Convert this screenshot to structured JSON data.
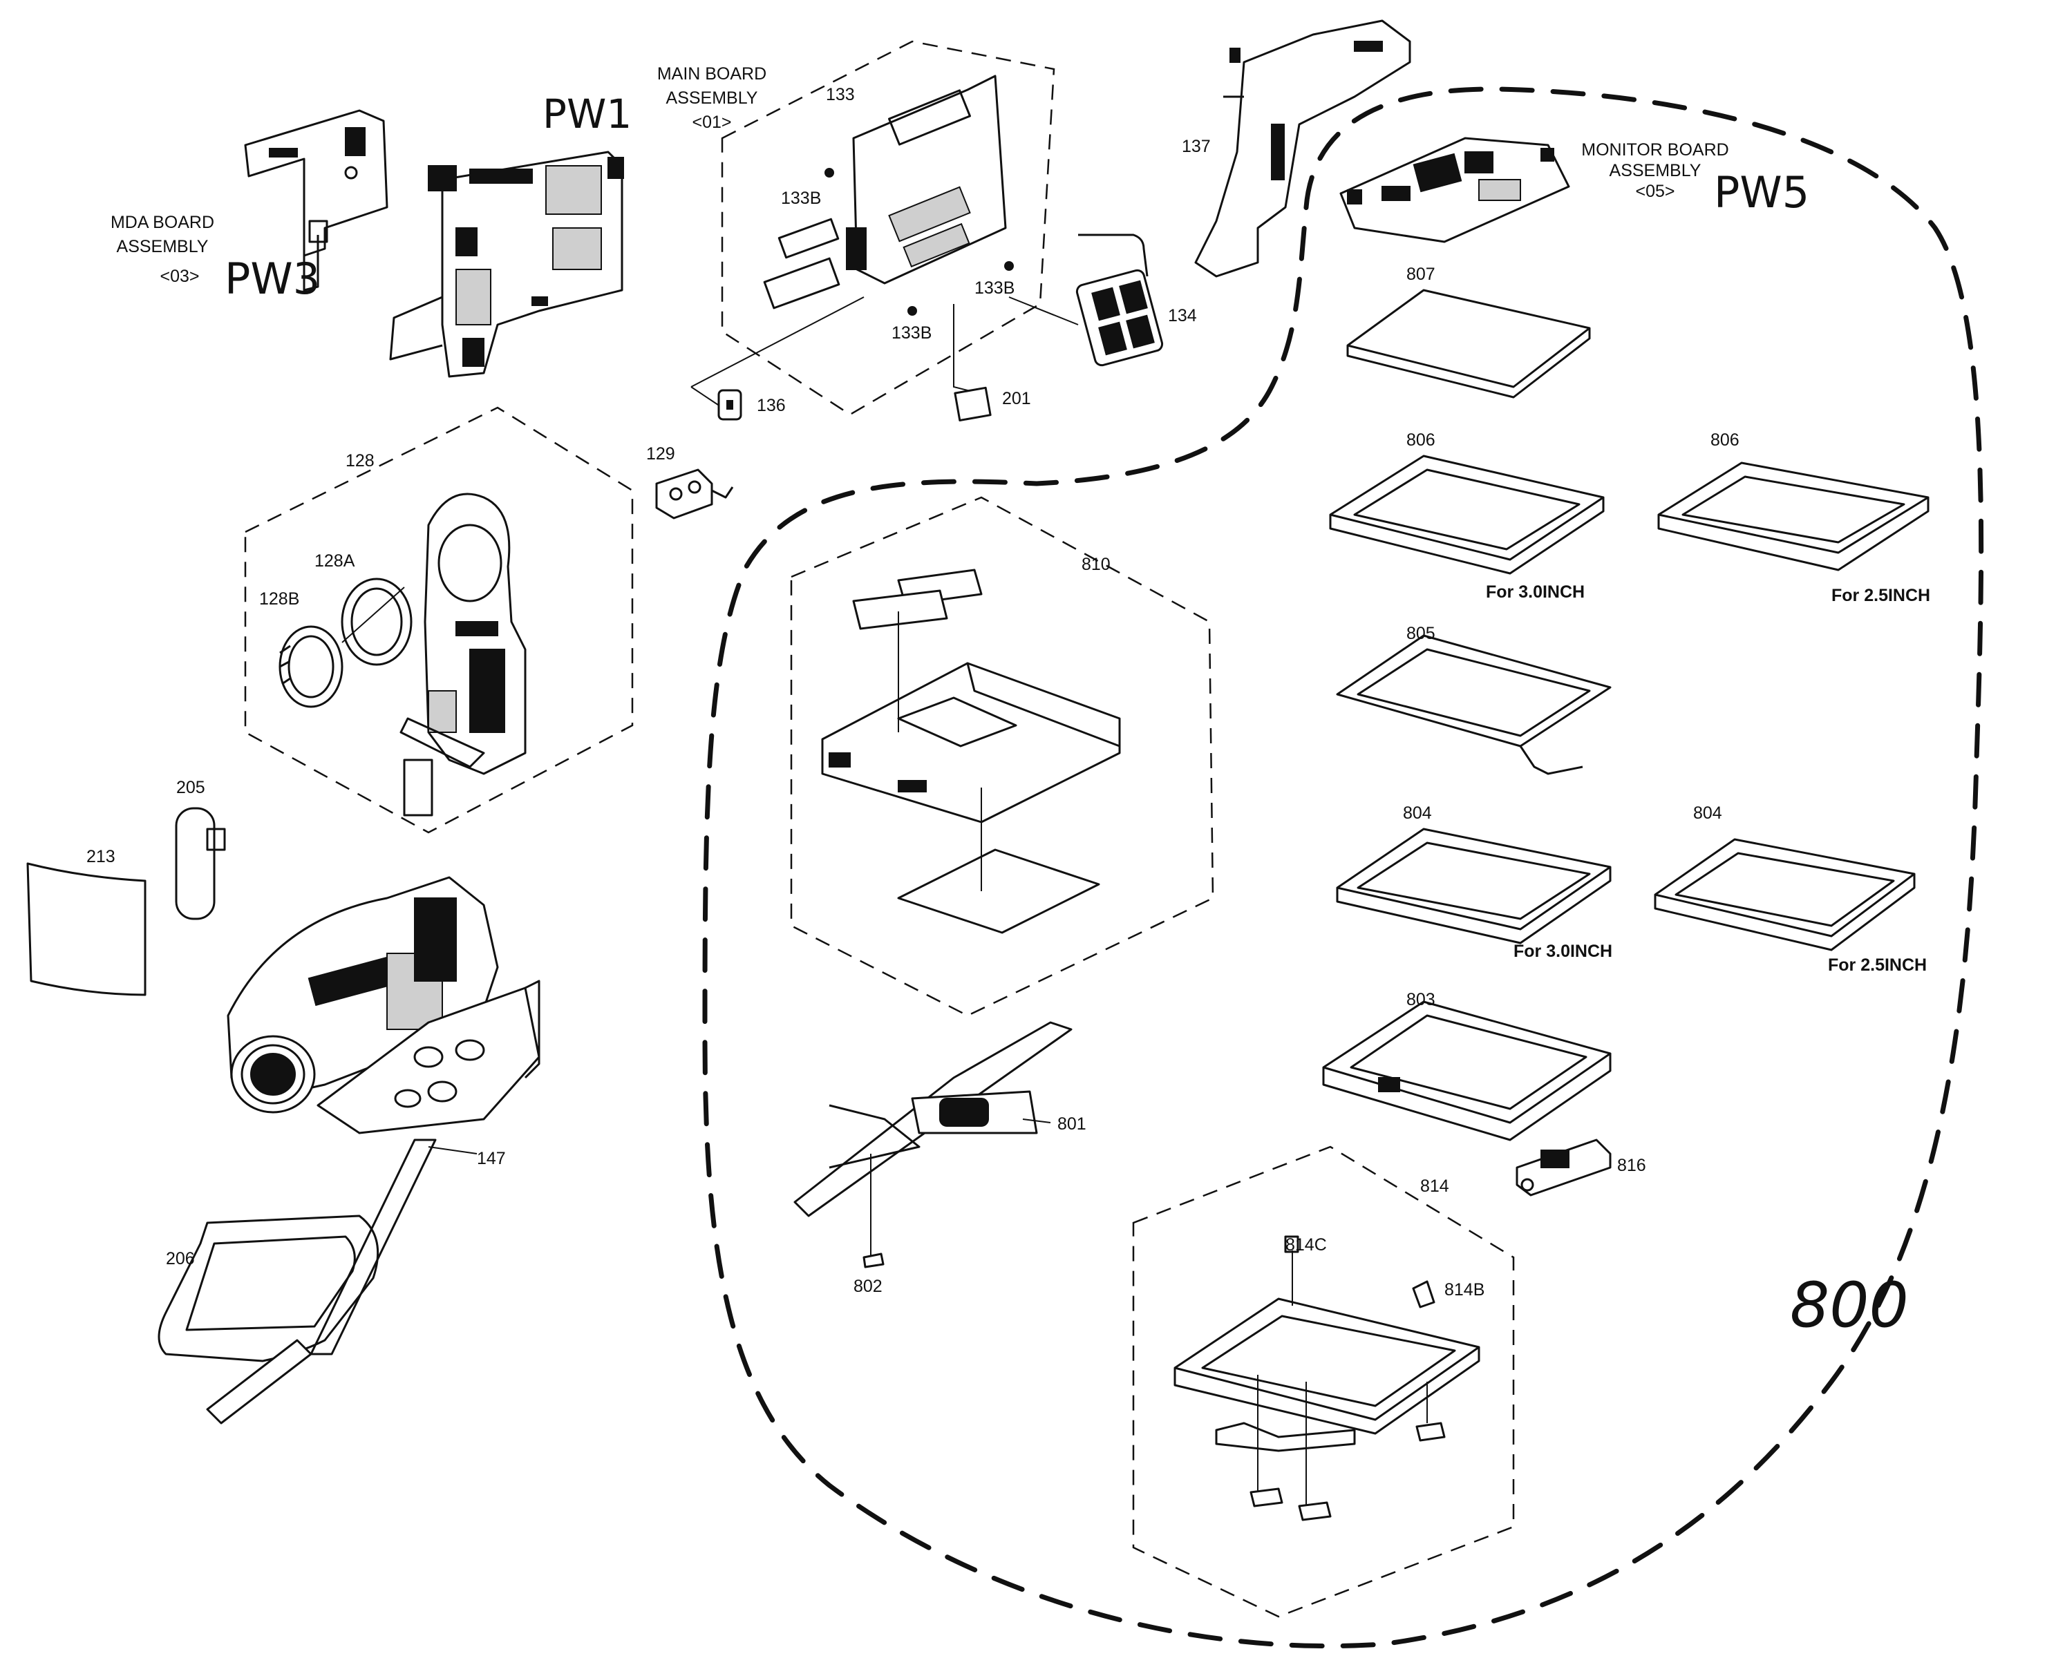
{
  "assemblies": {
    "main_board": {
      "line1": "MAIN BOARD",
      "line2": "ASSEMBLY",
      "code": "<01>",
      "handwritten": "PW1"
    },
    "mda_board": {
      "line1": "MDA BOARD",
      "line2": "ASSEMBLY",
      "code": "<03>",
      "handwritten": "PW3"
    },
    "monitor_board": {
      "line1": "MONITOR BOARD",
      "line2": "ASSEMBLY",
      "code": "<05>",
      "handwritten": "PW5"
    },
    "monitor_group_handwritten": "800"
  },
  "parts": {
    "p133": "133",
    "p133b_1": "133B",
    "p133b_2": "133B",
    "p133b_3": "133B",
    "p134": "134",
    "p136": "136",
    "p201": "201",
    "p137": "137",
    "p128": "128",
    "p128a": "128A",
    "p128b": "128B",
    "p129": "129",
    "p205": "205",
    "p213": "213",
    "p147": "147",
    "p206": "206",
    "p810": "810",
    "p801": "801",
    "p802": "802",
    "p807": "807",
    "p806_1": "806",
    "p806_2": "806",
    "p805": "805",
    "p804_1": "804",
    "p804_2": "804",
    "p803": "803",
    "p816": "816",
    "p814": "814",
    "p814c": "814C",
    "p814b": "814B"
  },
  "notes": {
    "for_30_a": "For 3.0INCH",
    "for_25_a": "For 2.5INCH",
    "for_30_b": "For 3.0INCH",
    "for_25_b": "For 2.5INCH"
  }
}
